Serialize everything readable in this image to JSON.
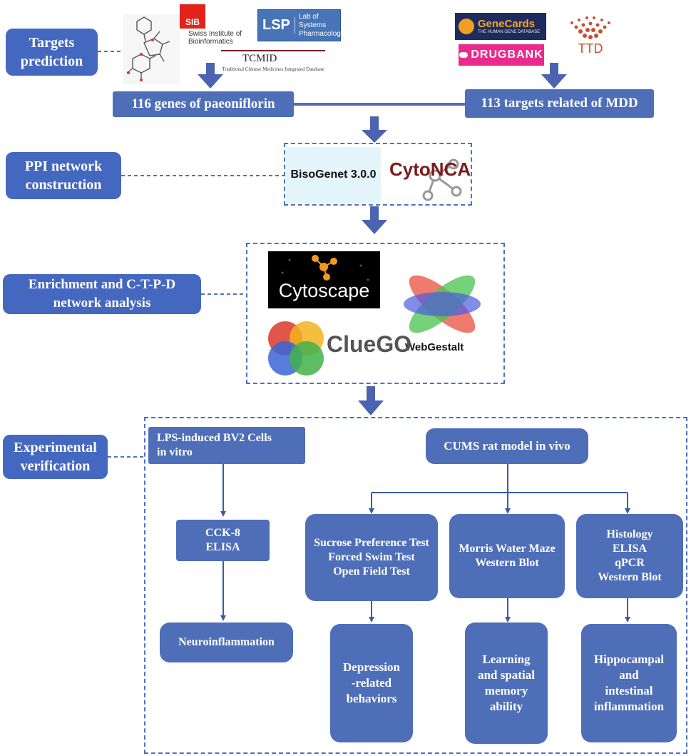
{
  "stages": {
    "targets": "Targets\nprediction",
    "ppi": "PPI network\nconstruction",
    "enrichment": "Enrichment and C-T-P-D\nnetwork analysis",
    "experimental": "Experimental\nverification"
  },
  "logos": {
    "sib_short": "SIB",
    "sib_full": "Swiss Institute of\nBioinformatics",
    "lsp_short": "LSP",
    "lsp_full": "Lab of Systems\nPharmacology",
    "tcmid": "TCMID",
    "tcmid_full": "Traditional Chinese Medicines Integrated Database",
    "genecards": "GeneCards",
    "genecards_sub": "THE HUMAN GENE DATABASE",
    "drugbank": "DRUGBANK",
    "ttd": "TTD",
    "bisogenet": "BisoGenet 3.0.0",
    "cytonca": "CytoNCA",
    "cytoscape": "Cytoscape",
    "webgestalt": "WebGestalt",
    "cluego": "ClueGO"
  },
  "results": {
    "paeoniflorin": "116 genes of paeoniflorin",
    "mdd": "113 targets related of MDD"
  },
  "invitro": {
    "model": "LPS-induced BV2 Cells\nin vitro",
    "assays": "CCK-8\nELISA",
    "outcome": "Neuroinflammation"
  },
  "invivo": {
    "model": "CUMS rat model in vivo",
    "tests": [
      "Sucrose Preference Test\nForced Swim Test\nOpen Field Test",
      "Morris Water Maze\nWestern Blot",
      "Histology\nELISA\nqPCR\nWestern Blot"
    ],
    "outcomes": [
      "Depression\n-related\nbehaviors",
      "Learning\nand spatial\nmemory\nability",
      "Hippocampal\nand\nintestinal\ninflammation"
    ]
  },
  "colors": {
    "box": "#4f6eb8",
    "stage": "#4467c0",
    "dash": "#4a72c8",
    "arrow": "#3d5aa6"
  }
}
